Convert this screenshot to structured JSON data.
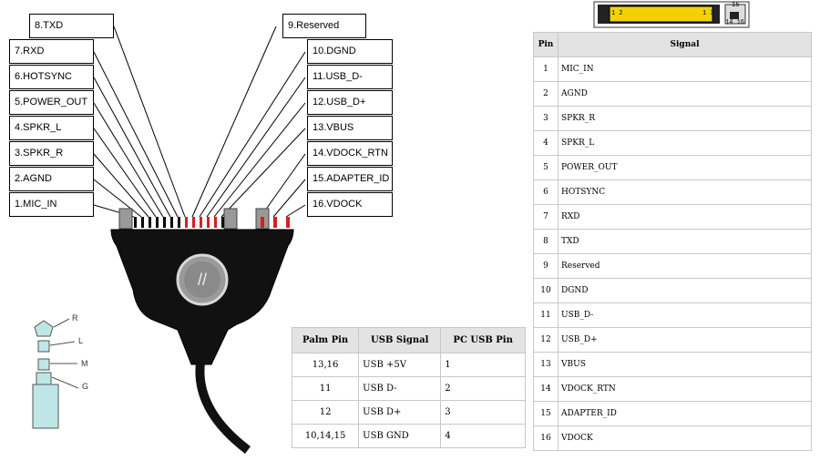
{
  "wire_labels_left": [
    "8.TXD",
    "7.RXD",
    "6.HOTSYNC",
    "5.POWER_OUT",
    "4.SPKR_L",
    "3.SPKR_R",
    "2.AGND",
    "1.MIC_IN"
  ],
  "wire_labels_right": [
    "9.Reserved",
    "10.DGND",
    "11.USB_D-",
    "12.USB_D+",
    "13.VBUS",
    "14.VDOCK_RTN",
    "15.ADAPTER_ID",
    "16.VDOCK"
  ],
  "connector_icon": {
    "pin_left": "1 2",
    "pin_right": "1 3",
    "top_num": "15",
    "bottom_nums": "14 16"
  },
  "hotsync_logo": "//",
  "audio_plug_labels": {
    "r": "R",
    "l": "L",
    "m": "M",
    "g": "G"
  },
  "pin_table": {
    "headers": [
      "Pin",
      "Signal"
    ],
    "rows": [
      [
        "1",
        "MIC_IN"
      ],
      [
        "2",
        "AGND"
      ],
      [
        "3",
        "SPKR_R"
      ],
      [
        "4",
        "SPKR_L"
      ],
      [
        "5",
        "POWER_OUT"
      ],
      [
        "6",
        "HOTSYNC"
      ],
      [
        "7",
        "RXD"
      ],
      [
        "8",
        "TXD"
      ],
      [
        "9",
        "Reserved"
      ],
      [
        "10",
        "DGND"
      ],
      [
        "11",
        "USB_D-"
      ],
      [
        "12",
        "USB_D+"
      ],
      [
        "13",
        "VBUS"
      ],
      [
        "14",
        "VDOCK_RTN"
      ],
      [
        "15",
        "ADAPTER_ID"
      ],
      [
        "16",
        "VDOCK"
      ]
    ]
  },
  "usb_table": {
    "headers": [
      "Palm Pin",
      "USB Signal",
      "PC USB Pin"
    ],
    "rows": [
      [
        "13,16",
        "USB +5V",
        "1"
      ],
      [
        "11",
        "USB D-",
        "2"
      ],
      [
        "12",
        "USB D+",
        "3"
      ],
      [
        "10,14,15",
        "USB GND",
        "4"
      ]
    ]
  },
  "colors": {
    "red_wire": "#d42020",
    "black_wire": "#000000",
    "body": "#111111",
    "plug_fill": "#bfe6e6",
    "header_bg": "#e3e3e3",
    "connector_yellow": "#f2d200"
  }
}
